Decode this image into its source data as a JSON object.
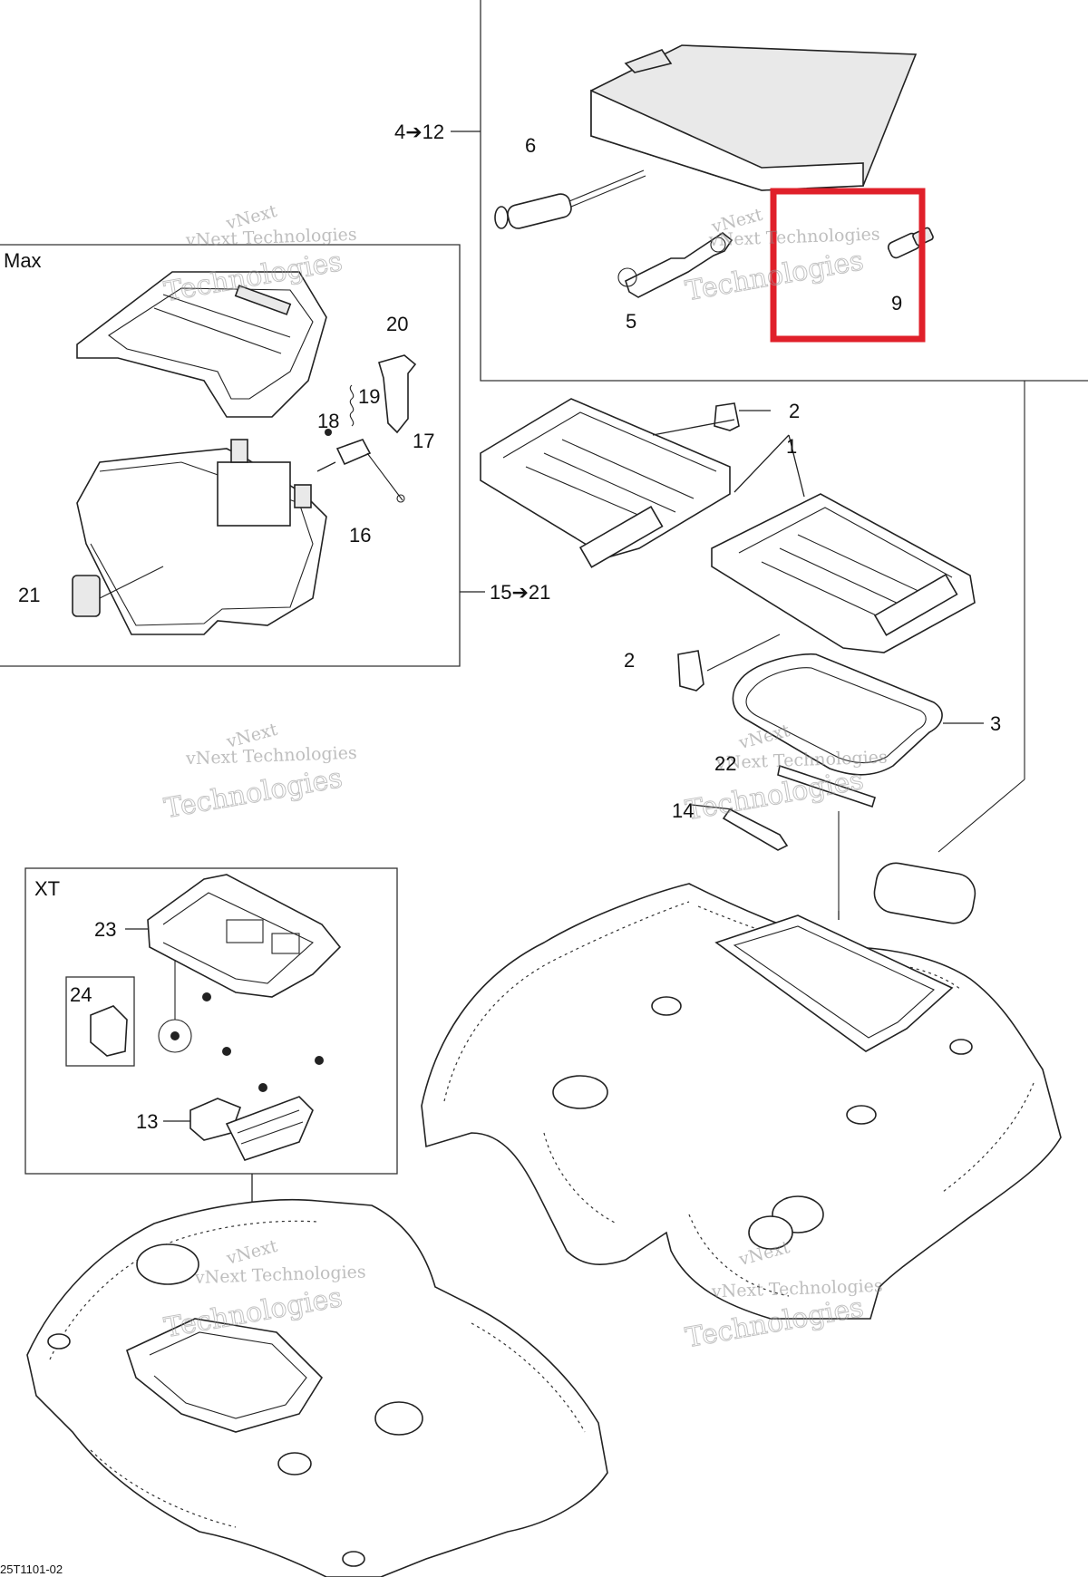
{
  "labels": {
    "l1": "1",
    "l2a": "2",
    "l2b": "2",
    "l3": "3",
    "l4_12": "4➔12",
    "l5": "5",
    "l6": "6",
    "l9": "9",
    "l13": "13",
    "l14": "14",
    "l15_21": "15➔21",
    "l16": "16",
    "l17": "17",
    "l18": "18",
    "l19": "19",
    "l20": "20",
    "l21": "21",
    "l22": "22",
    "l23": "23",
    "l24": "24"
  },
  "boxes": {
    "max": "Max",
    "xt": "XT"
  },
  "watermark": {
    "line1": "vNext",
    "line2": "vNext Technologies",
    "line3": "Technologies"
  },
  "figure_code": "25T1101-02",
  "highlight": {
    "color": "#e0202a",
    "item": "9"
  }
}
